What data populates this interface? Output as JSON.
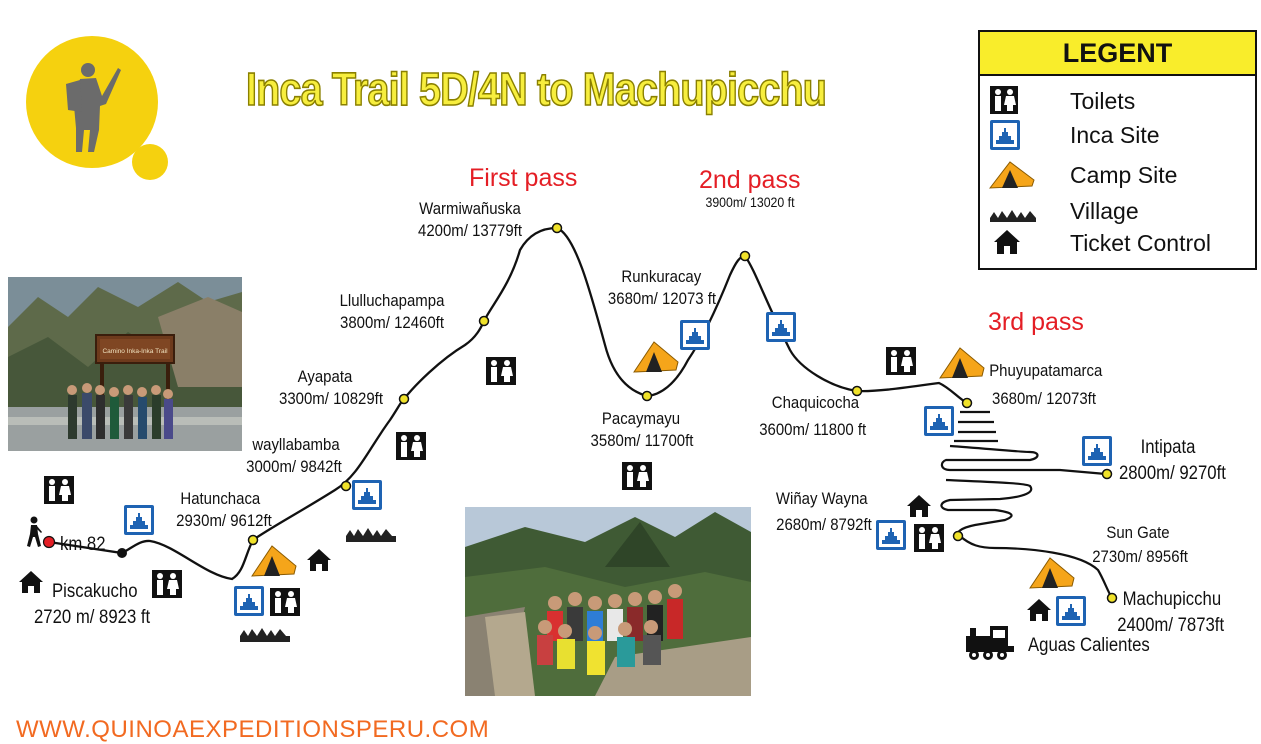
{
  "title": "Inca Trail  5D/4N to Machupicchu",
  "passes": {
    "first": "First pass",
    "second": "2nd pass",
    "third": "3rd pass"
  },
  "legend": {
    "heading": "LEGENT",
    "items": [
      {
        "icon": "toilets-icon",
        "label": "Toilets"
      },
      {
        "icon": "inca-site-icon",
        "label": "Inca Site"
      },
      {
        "icon": "camp-site-icon",
        "label": "Camp Site"
      },
      {
        "icon": "village-icon",
        "label": "Village"
      },
      {
        "icon": "ticket-control-icon",
        "label": "Ticket Control"
      }
    ]
  },
  "km": "km 82",
  "places": {
    "piscakucho": {
      "name": "Piscakucho",
      "alt": "2720 m/ 8923 ft"
    },
    "hatunchaca": {
      "name": "Hatunchaca",
      "alt": "2930m/ 9612ft"
    },
    "wayllabamba": {
      "name": "wayllabamba",
      "alt": "3000m/ 9842ft"
    },
    "ayapata": {
      "name": "Ayapata",
      "alt": "3300m/ 10829ft"
    },
    "llulluchapampa": {
      "name": "Llulluchapampa",
      "alt": "3800m/ 12460ft"
    },
    "warmiwanuska": {
      "name": "Warmiwañuska",
      "alt": "4200m/ 13779ft"
    },
    "pacaymayu": {
      "name": "Pacaymayu",
      "alt": "3580m/ 11700ft"
    },
    "runkuracay": {
      "name": "Runkuracay",
      "alt": "3680m/ 12073 ft"
    },
    "second_pass": {
      "alt": "3900m/ 13020 ft"
    },
    "chaquicocha": {
      "name": "Chaquicocha",
      "alt": "3600m/ 11800 ft"
    },
    "phuyupatamarca": {
      "name": "Phuyupatamarca",
      "alt": "3680m/ 12073ft"
    },
    "intipata": {
      "name": "Intipata",
      "alt": "2800m/ 9270ft"
    },
    "winay_wayna": {
      "name": "Wiñay Wayna",
      "alt": "2680m/ 8792ft"
    },
    "sun_gate": {
      "name": "Sun Gate",
      "alt": "2730m/ 8956ft"
    },
    "machupicchu": {
      "name": "Machupicchu",
      "alt": "2400m/ 7873ft"
    },
    "aguas_calientes": {
      "name": "Aguas Calientes"
    }
  },
  "photo_sign": {
    "line1": "Camino Inka-Inka Trail"
  },
  "footer": "WWW.QUINOAEXPEDITIONSPERU.COM",
  "colors": {
    "title_fill": "#f7ee3e",
    "pass_red": "#e41e25",
    "legend_yellow": "#f9ed2b",
    "route_marker": "#f0e22a",
    "start_marker": "#e41e25",
    "inca_blue": "#1e63b3",
    "footer_orange": "#f26a21",
    "logo_yellow": "#f5d10f"
  }
}
